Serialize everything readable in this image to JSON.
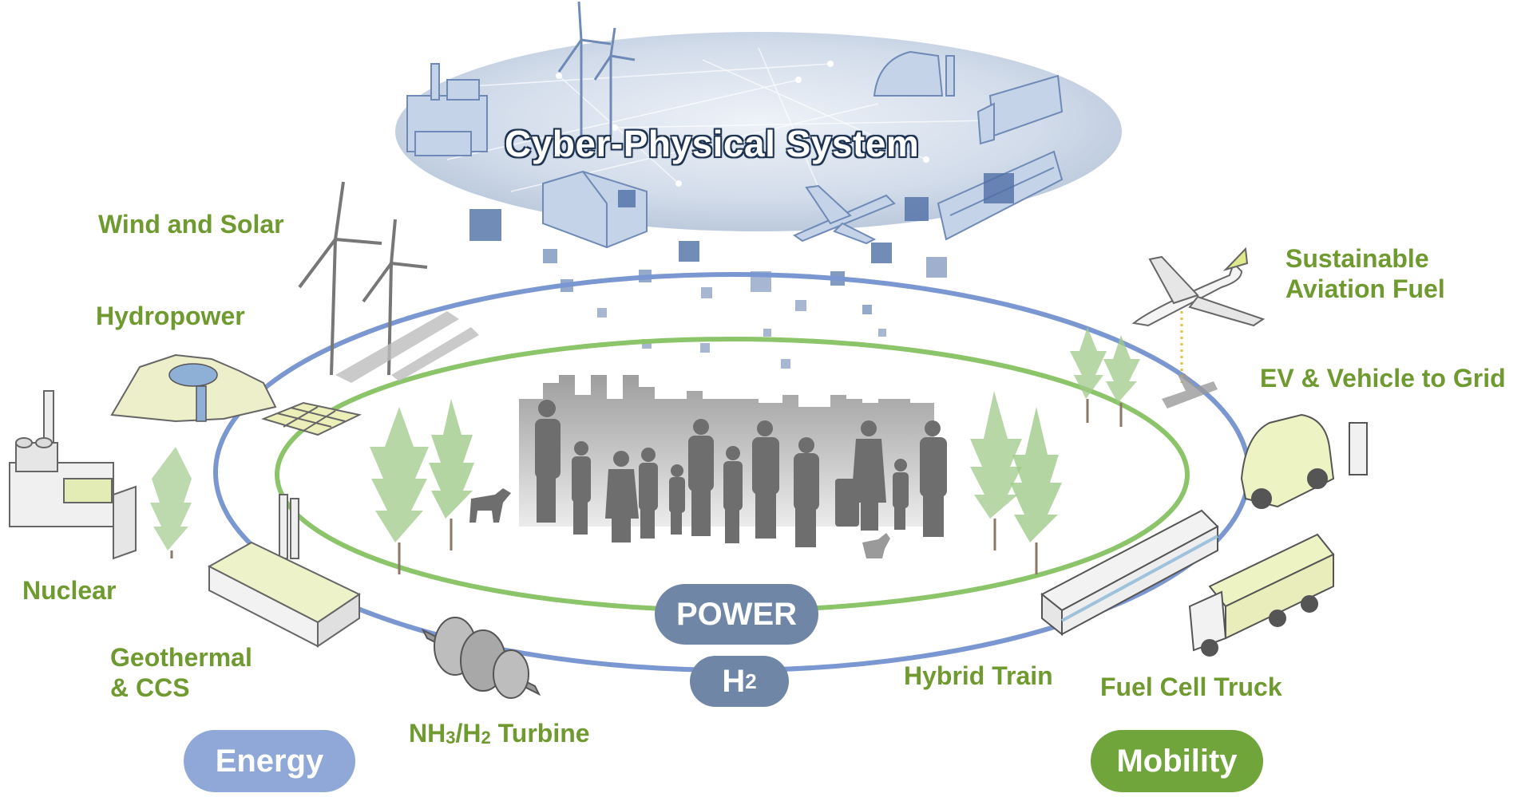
{
  "cyber_physical_system": {
    "title": "Cyber-Physical System"
  },
  "energy_sources": {
    "wind_solar": "Wind and Solar",
    "hydropower": "Hydropower",
    "nuclear": "Nuclear",
    "geothermal_line1": "Geothermal",
    "geothermal_line2": "& CCS",
    "turbine_prefix": "NH",
    "turbine_sub1": "3",
    "turbine_mid": "/H",
    "turbine_sub2": "2",
    "turbine_suffix": " Turbine"
  },
  "mobility_items": {
    "saf_line1": "Sustainable",
    "saf_line2": "Aviation Fuel",
    "ev_grid": "EV & Vehicle to Grid",
    "hybrid_train": "Hybrid Train",
    "fuel_cell_truck": "Fuel Cell Truck"
  },
  "rings": {
    "power_label": "POWER",
    "h2_label": "H",
    "h2_sub": "2"
  },
  "categories": {
    "energy": "Energy",
    "mobility": "Mobility"
  },
  "colors": {
    "label_green": "#6f9a2f",
    "ring_blue": "#7b97d1",
    "ring_green": "#8cc46a",
    "pill_slate": "#6f86a6",
    "energy_pill": "#8fa8d8",
    "mobility_pill": "#6fa53a"
  }
}
